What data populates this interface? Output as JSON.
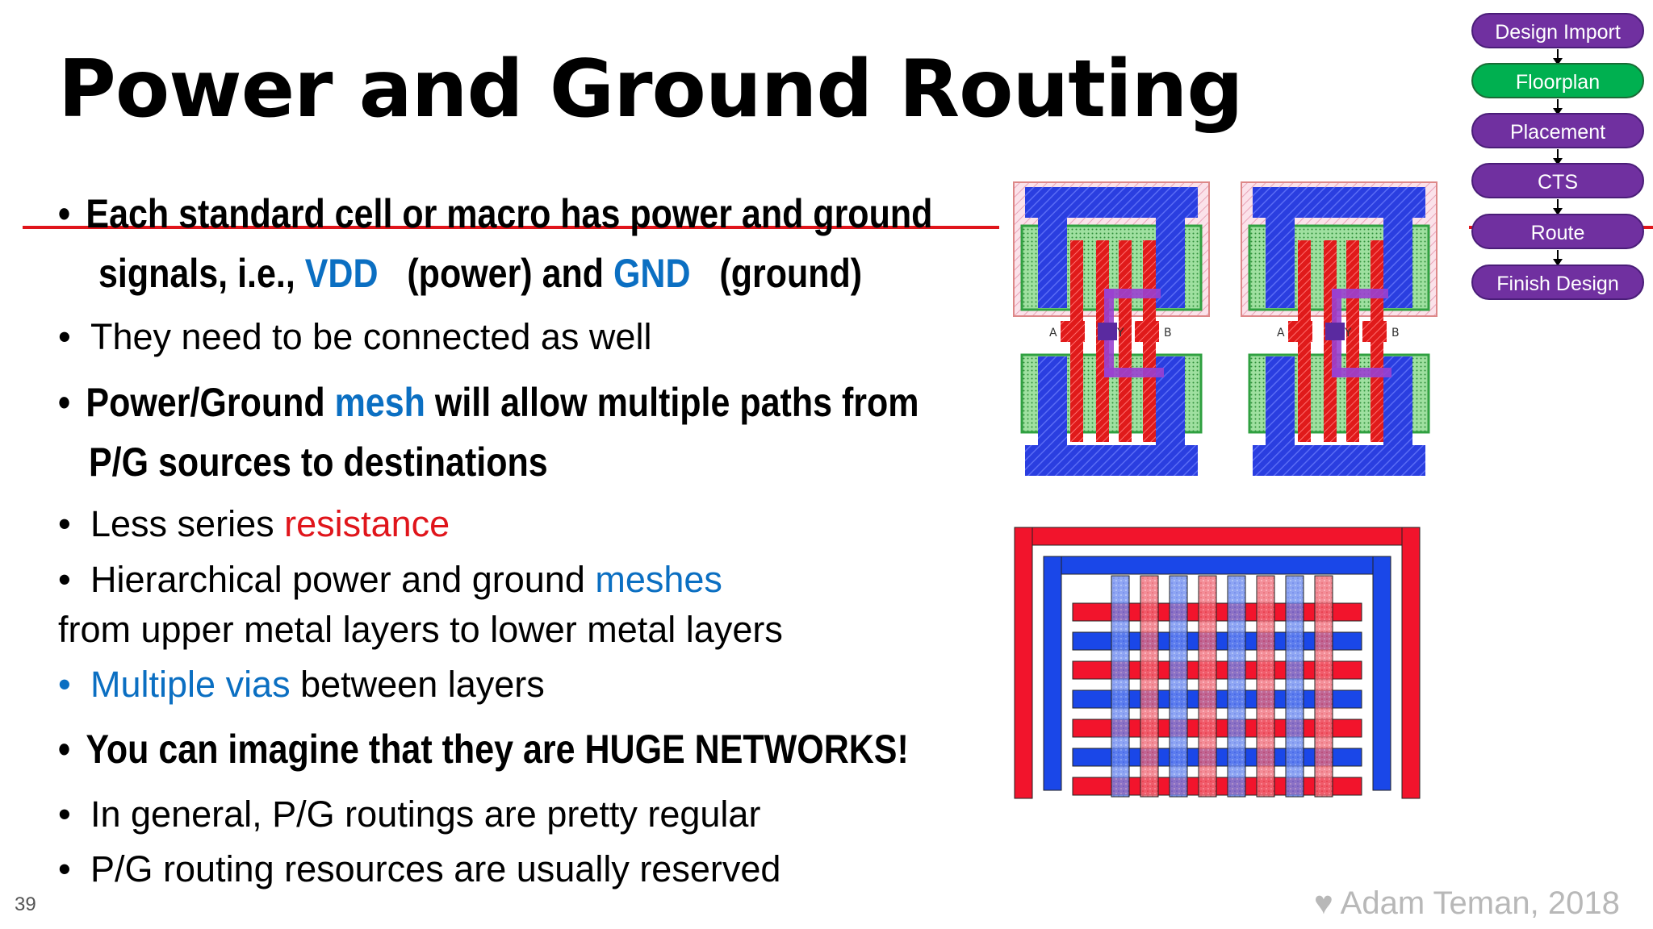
{
  "title": "Power and Ground Routing",
  "bullets": {
    "b1_a": "Each standard cell or macro has power and ground",
    "b1_b_pre": "signals, i.e., ",
    "b1_vdd": "VDD",
    "b1_mid": "(power) and ",
    "b1_gnd": "GND",
    "b1_post": "(ground)",
    "b2": "They need to be connected as well",
    "b3_pre": "Power/Ground ",
    "b3_mesh": "mesh",
    "b3_post": " will allow multiple paths  from",
    "b3_line2": "P/G sources to destinations",
    "b4_pre": "Less series ",
    "b4_res": "resistance",
    "b5_pre": "Hierarchical power and ground ",
    "b5_meshes": "meshes",
    "b5_line2": "from upper metal layers to lower metal layers",
    "b6_vias": "Multiple vias",
    "b6_post": " between layers",
    "b7": "You can imagine that they are HUGE NETWORKS!",
    "b8": "In general, P/G routings are pretty regular",
    "b9": "P/G routing resources are usually reserved",
    "bullet_char": "•"
  },
  "cell_labels": {
    "a": "A",
    "y": "Y",
    "b": "B"
  },
  "flow": {
    "steps": [
      "Design Import",
      "Floorplan",
      "Placement",
      "CTS",
      "Route",
      "Finish Design"
    ],
    "active_index": 1
  },
  "page_number": "39",
  "footer": "♥ Adam Teman, 2018",
  "colors": {
    "vdd_red": "#e0151b",
    "gnd_blue": "#1f3fd6",
    "flow_purple": "#7030a0",
    "flow_active": "#00b050",
    "text_blue": "#0b6fc2"
  }
}
